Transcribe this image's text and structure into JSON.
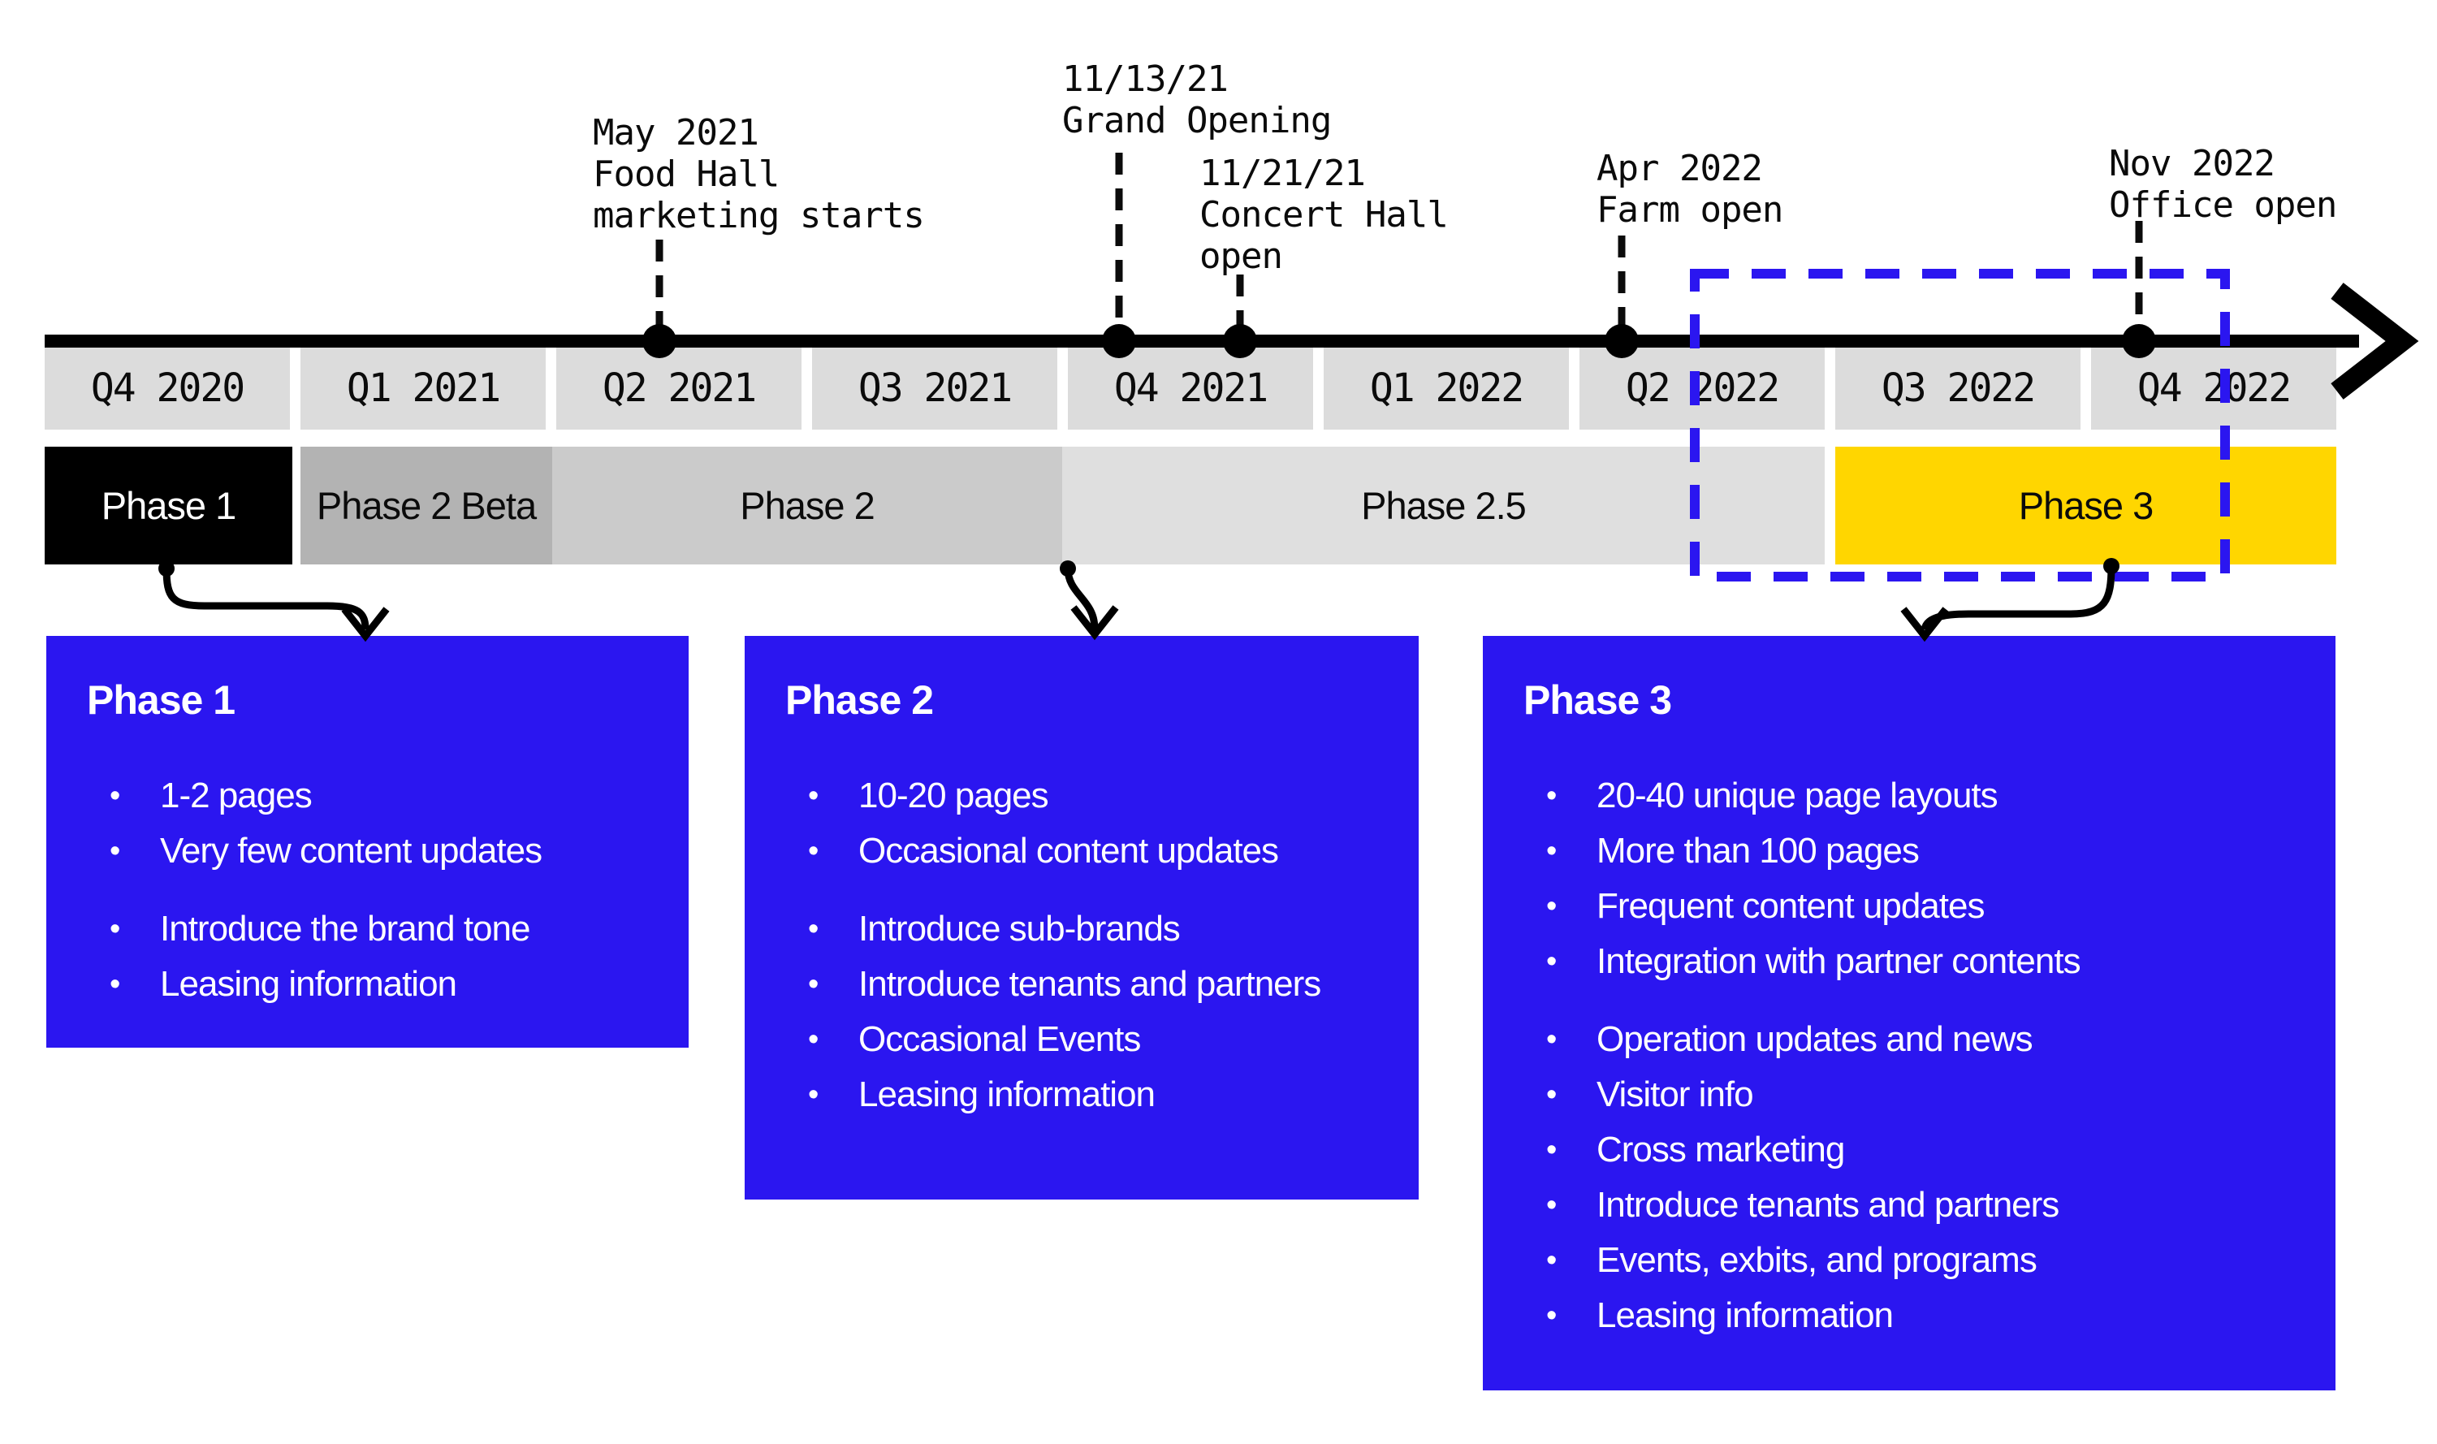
{
  "timeline": {
    "quarters": [
      "Q4 2020",
      "Q1 2021",
      "Q2 2021",
      "Q3 2021",
      "Q4 2021",
      "Q1 2022",
      "Q2 2022",
      "Q3 2022",
      "Q4 2022"
    ],
    "milestones": [
      {
        "label": "May 2021\nFood Hall\nmarketing starts"
      },
      {
        "label": "11/13/21\nGrand Opening"
      },
      {
        "label": "11/21/21\nConcert Hall\nopen"
      },
      {
        "label": "Apr 2022\nFarm open"
      },
      {
        "label": "Nov 2022\nOffice open"
      }
    ]
  },
  "phases": {
    "bars": [
      {
        "label": "Phase 1",
        "color": "#000000",
        "text_color": "#ffffff"
      },
      {
        "label": "Phase 2 Beta",
        "color": "#b3b3b3",
        "text_color": "#0b0b0b"
      },
      {
        "label": "Phase 2",
        "color": "#cbcbcb",
        "text_color": "#0b0b0b"
      },
      {
        "label": "Phase 2.5",
        "color": "#dfdfdf",
        "text_color": "#0b0b0b"
      },
      {
        "label": "Phase 3",
        "color": "#ffd600",
        "text_color": "#0b0b0b"
      }
    ]
  },
  "boxes": [
    {
      "title": "Phase 1",
      "groups": [
        [
          "1-2 pages",
          "Very few content updates"
        ],
        [
          "Introduce the brand tone",
          "Leasing information"
        ]
      ]
    },
    {
      "title": "Phase 2",
      "groups": [
        [
          "10-20 pages",
          "Occasional content updates"
        ],
        [
          "Introduce sub-brands",
          "Introduce tenants and partners",
          "Occasional Events",
          "Leasing information"
        ]
      ]
    },
    {
      "title": "Phase 3",
      "groups": [
        [
          "20-40 unique page layouts",
          "More than 100 pages",
          "Frequent content updates",
          "Integration with partner contents"
        ],
        [
          "Operation updates and news",
          "Visitor info",
          "Cross marketing",
          "Introduce tenants and partners",
          "Events, exbits, and programs",
          "Leasing information"
        ]
      ]
    }
  ],
  "colors": {
    "accent_blue": "#2b16f0",
    "highlight_yellow": "#ffd600",
    "bar_gray_dark": "#b3b3b3",
    "bar_gray_mid": "#cbcbcb",
    "bar_gray_light": "#dfdfdf",
    "quarter_gray": "#dcdcdc",
    "ink": "#0b0b0b"
  }
}
